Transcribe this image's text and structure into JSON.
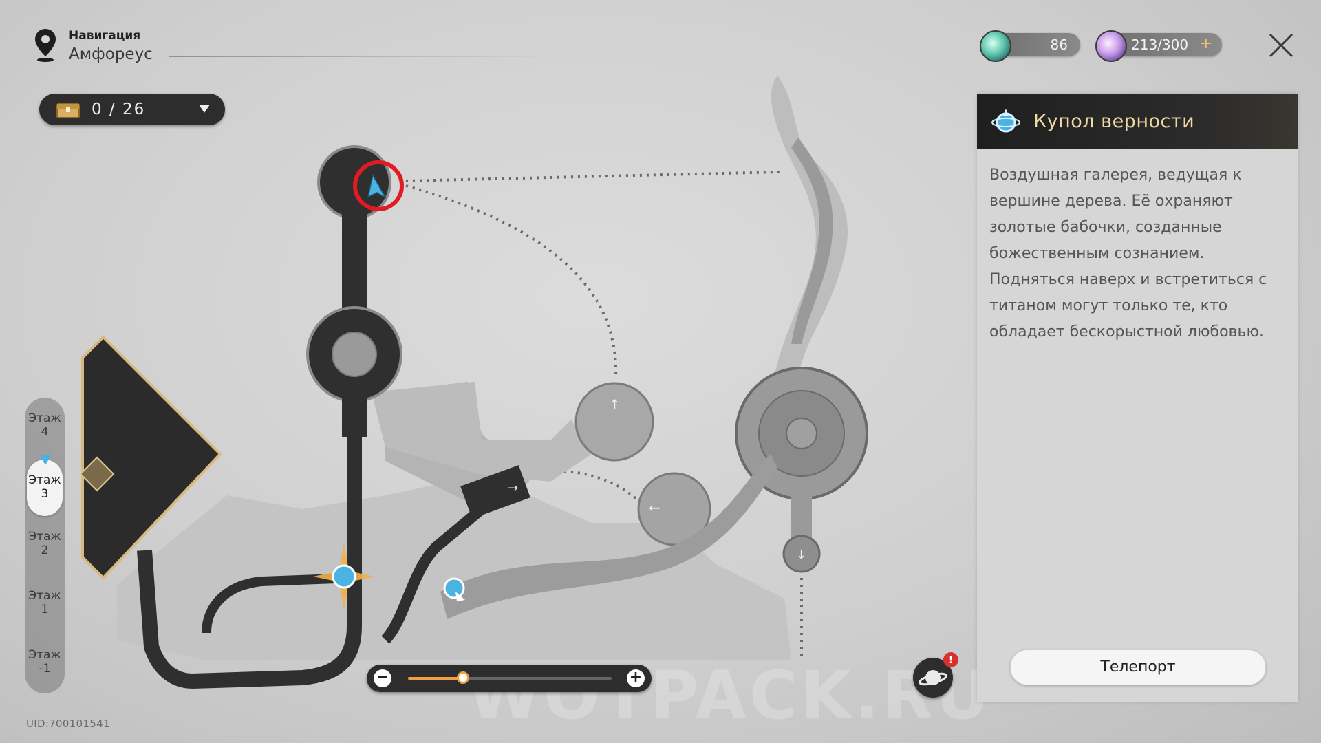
{
  "header": {
    "title": "Навигация",
    "subtitle": "Амфореус"
  },
  "chest_counter": {
    "text": "0 / 26",
    "icon": "chest-icon"
  },
  "resources": {
    "energy": {
      "value": "86",
      "icon": "energy-orb-icon"
    },
    "power": {
      "value": "213/300",
      "plus": "+",
      "icon": "trailblaze-power-icon"
    }
  },
  "floors": [
    {
      "label_line1": "Этаж",
      "label_line2": "4"
    },
    {
      "label_line1": "Этаж",
      "label_line2": "3"
    },
    {
      "label_line1": "Этаж",
      "label_line2": "2"
    },
    {
      "label_line1": "Этаж",
      "label_line2": "1"
    },
    {
      "label_line1": "Этаж",
      "label_line2": "-1"
    }
  ],
  "active_floor_index": 1,
  "zoom": {
    "minus": "−",
    "plus": "+",
    "level": 0.27
  },
  "planet_button": {
    "badge": "!"
  },
  "uid": "UID:700101541",
  "watermark": "WOTPACK.RU",
  "info_panel": {
    "title": "Купол верности",
    "description": "Воздушная галерея, ведущая к вершине дерева. Её охраняют золотые бабочки, созданные божественным сознанием. Подняться наверх и встретиться с титаном могут только те, кто обладает бескорыстной любовью.",
    "teleport_label": "Телепорт"
  },
  "colors": {
    "accent_gold": "#f0d9a0",
    "map_dark": "#2f2f2f",
    "zoom_fill": "#f0a040",
    "player_marker": "#4ab3e0",
    "highlight_circle": "#e01b24"
  }
}
